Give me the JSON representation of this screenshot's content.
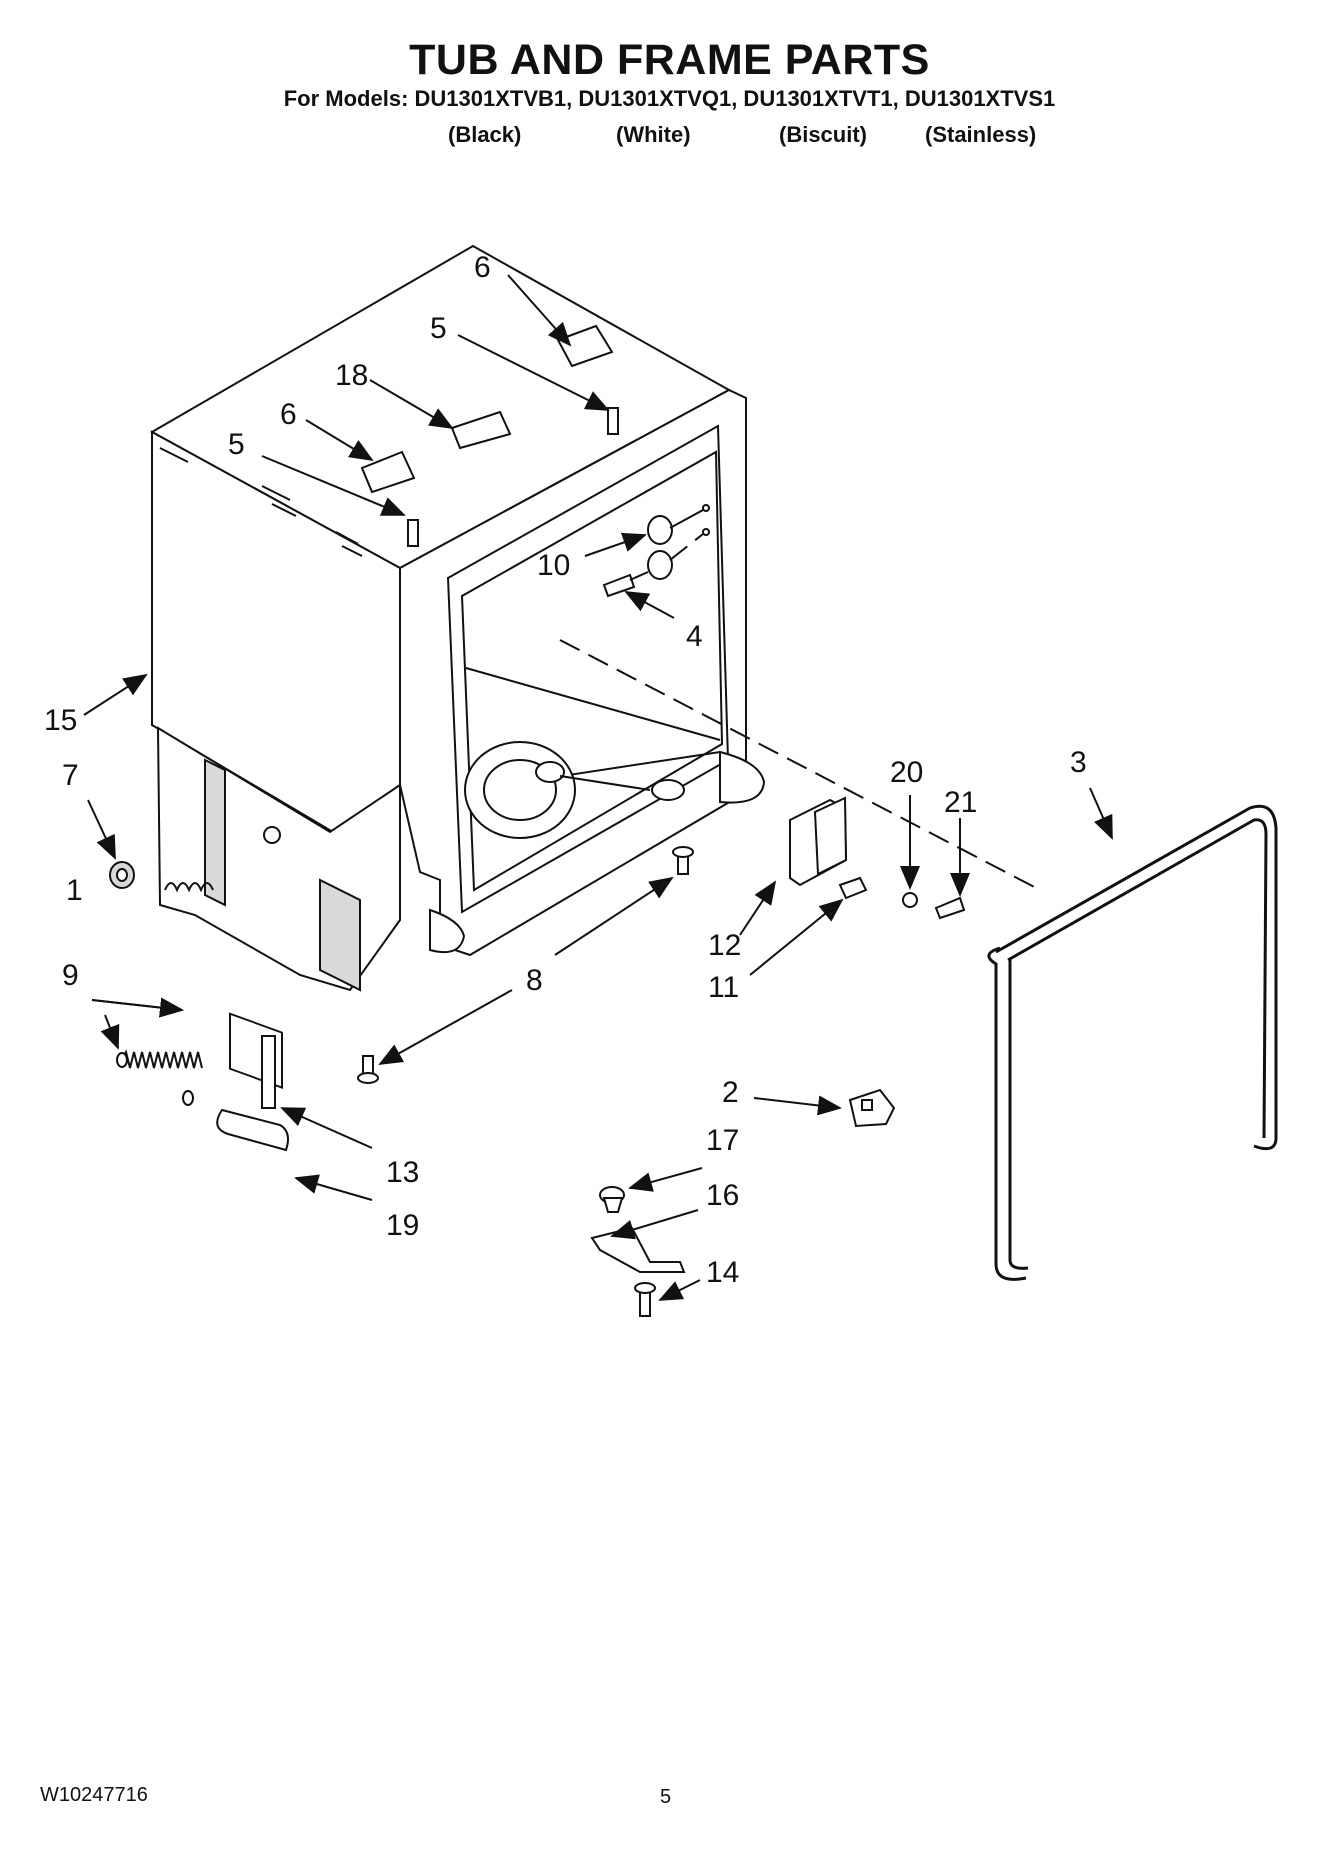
{
  "header": {
    "title": "TUB AND FRAME PARTS",
    "models_line": "For Models: DU1301XTVB1, DU1301XTVQ1, DU1301XTVT1, DU1301XTVS1",
    "variants": [
      "(Black)",
      "(White)",
      "(Biscuit)",
      "(Stainless)"
    ]
  },
  "callouts": [
    "6",
    "5",
    "18",
    "6",
    "5",
    "10",
    "4",
    "15",
    "7",
    "1",
    "9",
    "8",
    "20",
    "21",
    "3",
    "12",
    "11",
    "2",
    "17",
    "16",
    "14",
    "13",
    "19"
  ],
  "footer": {
    "doc_number": "W10247716",
    "page": "5"
  }
}
